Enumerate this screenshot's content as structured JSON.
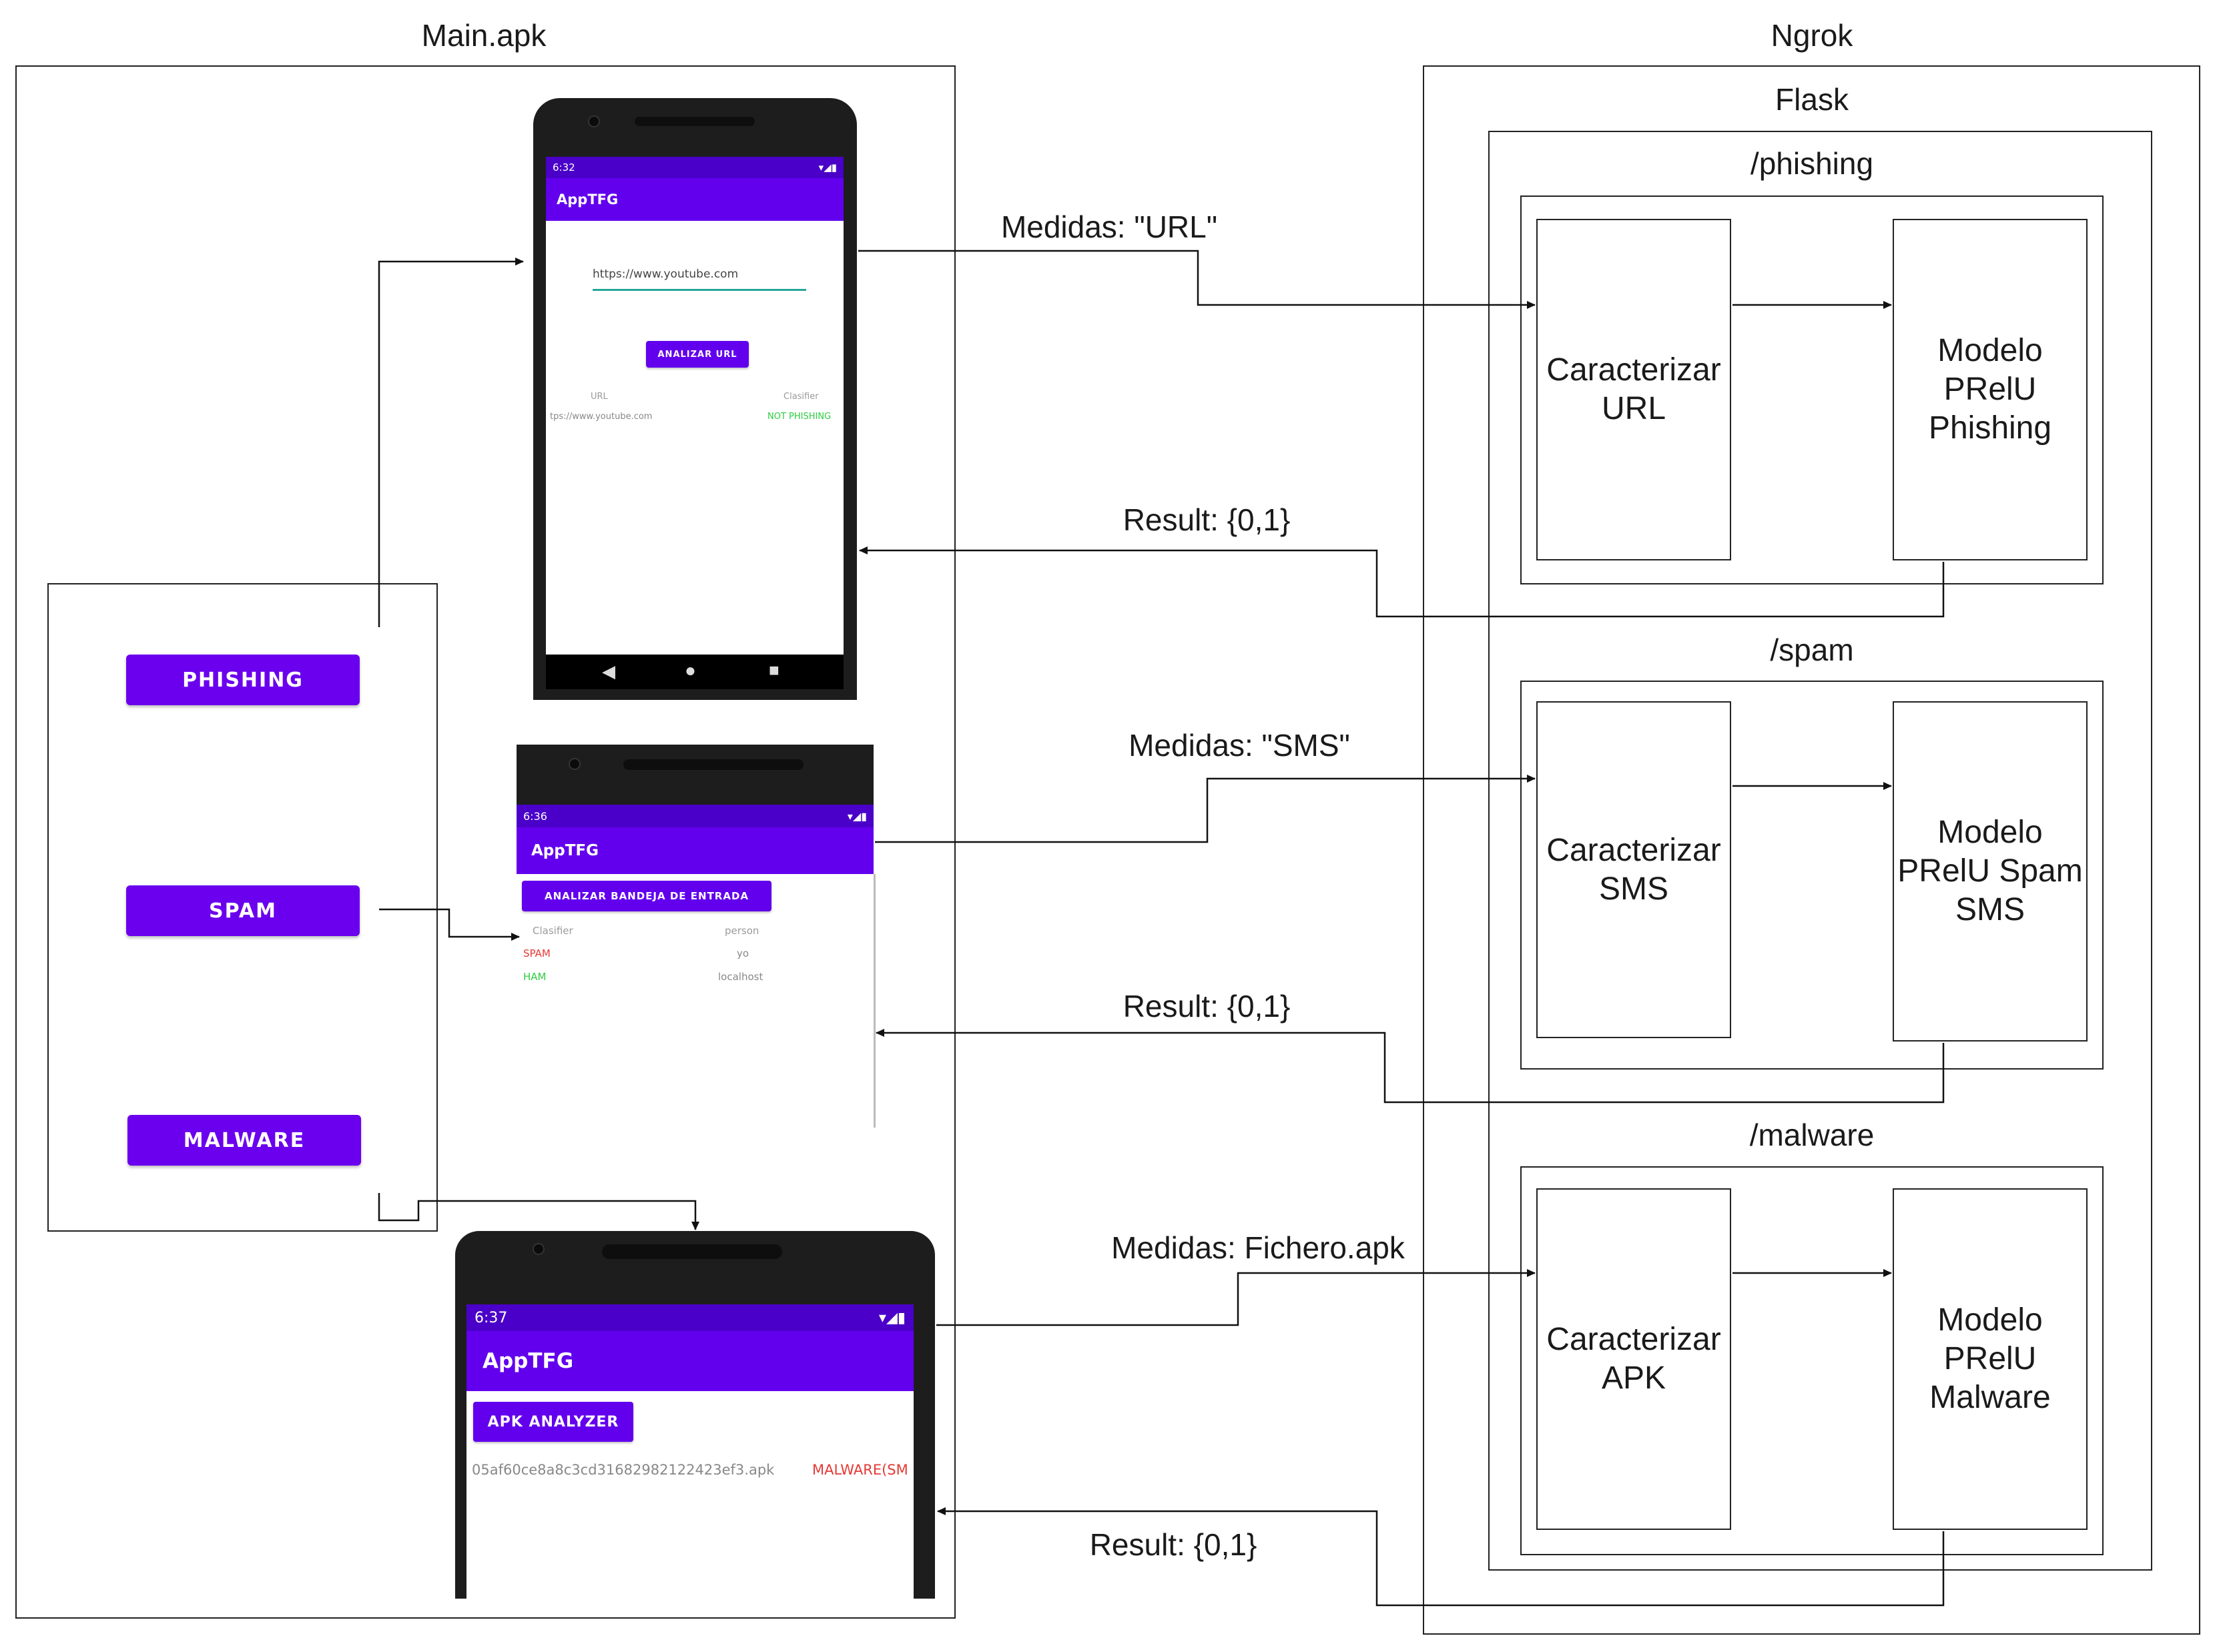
{
  "groups": {
    "main_apk": "Main.apk",
    "ngrok": "Ngrok",
    "flask": "Flask"
  },
  "endpoints": {
    "phishing": "/phishing",
    "spam": "/spam",
    "malware": "/malware"
  },
  "launcher_buttons": {
    "phishing": "PHISHING",
    "spam": "SPAM",
    "malware": "MALWARE"
  },
  "nodes": {
    "caracterizar_url": "Caracterizar\nURL",
    "modelo_phishing": "Modelo\nPRelU\nPhishing",
    "caracterizar_sms": "Caracterizar\nSMS",
    "modelo_spam": "Modelo\nPRelU Spam\nSMS",
    "caracterizar_apk": "Caracterizar\nAPK",
    "modelo_malware": "Modelo\nPRelU\nMalware"
  },
  "edges": {
    "url_request": "Medidas: \"URL\"",
    "url_result": "Result: {0,1}",
    "sms_request": "Medidas: \"SMS\"",
    "sms_result": "Result: {0,1}",
    "apk_request": "Medidas: Fichero.apk",
    "apk_result": "Result: {0,1}"
  },
  "phone_url": {
    "time": "6:32",
    "app_title": "AppTFG",
    "url_input": "https://www.youtube.com",
    "button": "ANALIZAR URL",
    "col_url": "URL",
    "col_classifier": "Clasifier",
    "row_url": "tps://www.youtube.com",
    "row_result": "NOT PHISHING"
  },
  "phone_sms": {
    "time": "6:36",
    "app_title": "AppTFG",
    "button": "ANALIZAR BANDEJA DE ENTRADA",
    "col_classifier": "Clasifier",
    "col_person": "person",
    "row1_class": "SPAM",
    "row1_person": "yo",
    "row2_class": "HAM",
    "row2_person": "localhost"
  },
  "phone_apk": {
    "time": "6:37",
    "app_title": "AppTFG",
    "button": "APK ANALYZER",
    "file_name": "05af60ce8a8c3cd31682982122423ef3.apk",
    "result": "MALWARE(SM"
  },
  "colors": {
    "primary": "#6200ee",
    "status_bar": "#4a00c8",
    "spam_red": "#e53935",
    "ham_green": "#2ecc40",
    "teal_underline": "#26a69a"
  }
}
